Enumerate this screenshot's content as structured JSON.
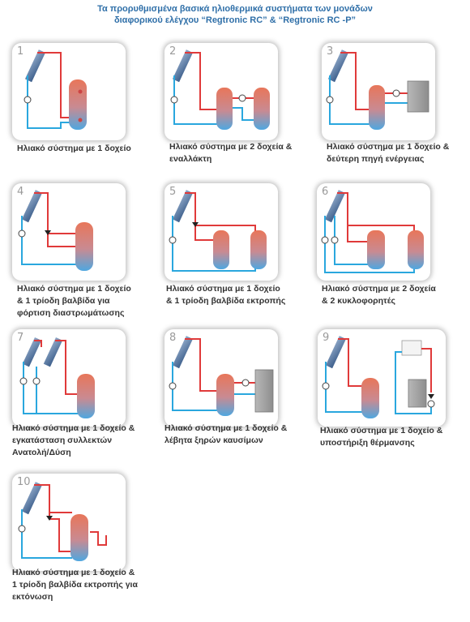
{
  "header": {
    "line1": "Τα προρυθμισμένα βασικά ηλιοθερμικά συστήματα των μονάδων",
    "line2": "διαφορικού ελέγχου “Regtronic RC” & “Regtronic RC -P”"
  },
  "systems": [
    {
      "number": "1",
      "caption_lines": [
        "Ηλιακό σύστημα με 1 δοχείο"
      ]
    },
    {
      "number": "2",
      "caption_lines": [
        "Ηλιακό σύστημα με 2 δοχεία &",
        "εναλλάκτη"
      ]
    },
    {
      "number": "3",
      "caption_lines": [
        "Ηλιακό σύστημα με 1 δοχείο &",
        "δεύτερη πηγή ενέργειας"
      ]
    },
    {
      "number": "4",
      "caption_lines": [
        "Ηλιακό σύστημα με 1 δοχείο",
        "& 1 τρίοδη βαλβίδα για",
        "φόρτιση διαστρωμάτωσης"
      ]
    },
    {
      "number": "5",
      "caption_lines": [
        "Ηλιακό σύστημα με 1 δοχείο",
        "& 1 τρίοδη βαλβίδα εκτροπής"
      ]
    },
    {
      "number": "6",
      "caption_lines": [
        "Ηλιακό σύστημα με 2 δοχεία",
        "& 2 κυκλοφορητές"
      ]
    },
    {
      "number": "7",
      "caption_lines": [
        "Ηλιακό σύστημα με 1 δοχείο &",
        "εγκατάσταση συλλεκτών",
        "Ανατολή/Δύση"
      ]
    },
    {
      "number": "8",
      "caption_lines": [
        "Ηλιακό σύστημα με 1 δοχείο &",
        "λέβητα ξηρών καυσίμων"
      ]
    },
    {
      "number": "9",
      "caption_lines": [
        "Ηλιακό σύστημα με 1 δοχείο &",
        "υποστήριξη θέρμανσης"
      ]
    },
    {
      "number": "10",
      "caption_lines": [
        "Ηλιακό σύστημα με 1 δοχείο &",
        "1 τρίοδη βαλβίδα εκτροπής για",
        "εκτόνωση"
      ]
    }
  ],
  "colors": {
    "hot_pipe": "#e03a3a",
    "cold_pipe": "#2aa7de",
    "panel_border": "#8a8a8a",
    "title": "#2f6fa8"
  }
}
